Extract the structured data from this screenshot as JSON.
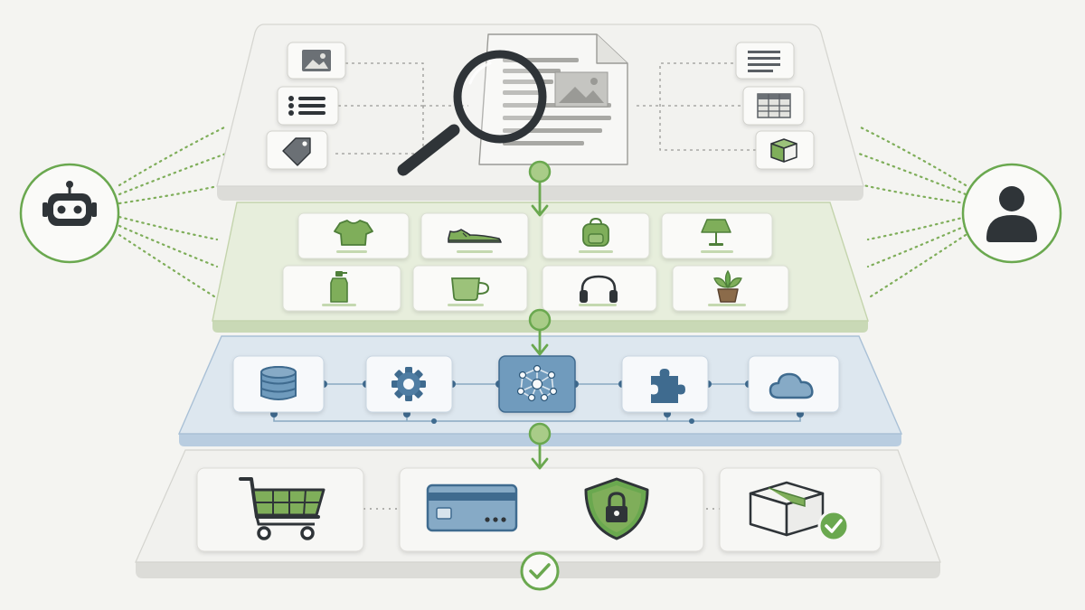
{
  "colors": {
    "background": "#f4f4f1",
    "green": "#6aa84f",
    "green_dark": "#4f7f3a",
    "green_fill": "#7fae5a",
    "green_layer": "#e7eedc",
    "blue_layer": "#dde7ef",
    "blue": "#6f9bbd",
    "blue_dark": "#3f6b8f",
    "gray_layer": "#f1f1ee",
    "ink": "#2f3438"
  },
  "agent": {
    "icon": "robot-icon",
    "role": "ai-agent"
  },
  "user": {
    "icon": "person-icon",
    "role": "shopper"
  },
  "layers": [
    {
      "id": "content",
      "left_icons": [
        "image-icon",
        "list-icon",
        "tag-icon"
      ],
      "center_icons": [
        "document-icon",
        "magnifier-icon"
      ],
      "right_icons": [
        "text-lines-icon",
        "table-icon",
        "package-icon"
      ]
    },
    {
      "id": "catalog",
      "products": [
        "tshirt-icon",
        "sneaker-icon",
        "backpack-icon",
        "lamp-icon",
        "bottle-icon",
        "mug-icon",
        "headphones-icon",
        "plant-icon"
      ]
    },
    {
      "id": "integration",
      "nodes": [
        "database-icon",
        "gear-icon",
        "network-hub-icon",
        "puzzle-icon",
        "cloud-icon"
      ]
    },
    {
      "id": "checkout",
      "steps": [
        "cart-icon",
        "credit-card-icon",
        "lock-shield-icon",
        "delivered-box-icon"
      ],
      "final": "checkmark-icon"
    }
  ]
}
